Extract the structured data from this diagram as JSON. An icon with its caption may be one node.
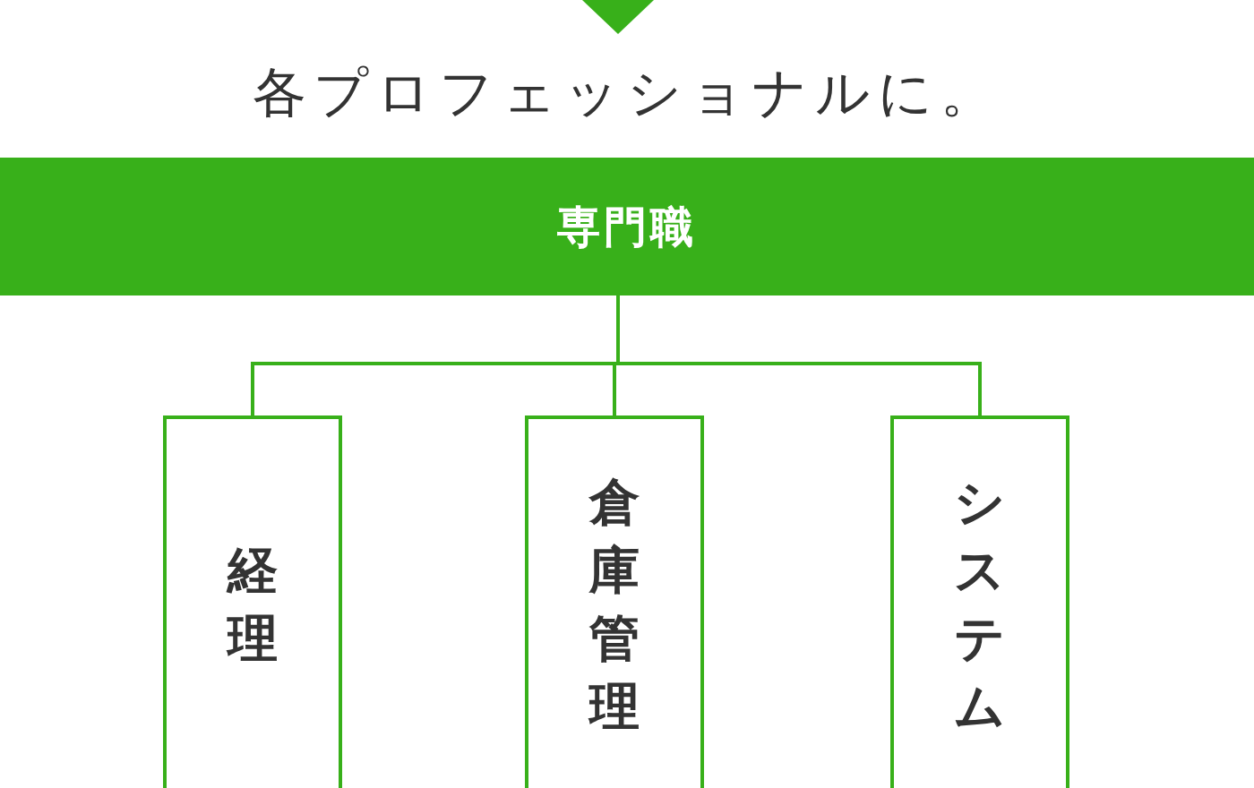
{
  "diagram": {
    "title": "各プロフェッショナルに。",
    "nodes": [
      {
        "text": [
          "専門職"
        ]
      },
      {
        "text": [
          "経理"
        ]
      },
      {
        "text": [
          "倉庫管理"
        ]
      },
      {
        "text": [
          "システム"
        ]
      }
    ],
    "edges": [
      {
        "from": 0,
        "to": 1,
        "arrow": "none"
      },
      {
        "from": 0,
        "to": 2,
        "arrow": "none"
      },
      {
        "from": 0,
        "to": 3,
        "arrow": "none"
      }
    ]
  }
}
